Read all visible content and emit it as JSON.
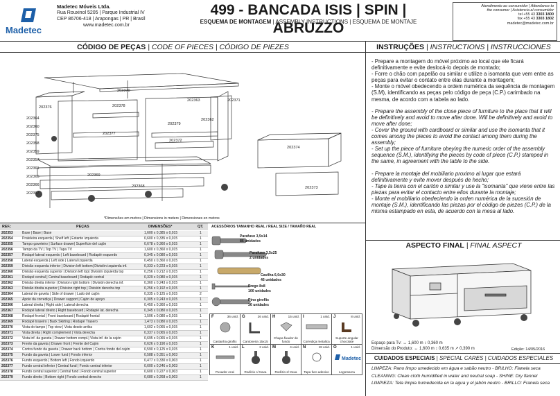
{
  "company": {
    "name": "Madetec Móveis Ltda.",
    "address1": "Rua Rouxinol 5205 | Parque Industrial IV",
    "address2": "CEP 86706-418 | Arapongas | PR | Brasil",
    "site": "www.madetec.com.br",
    "logo_text": "Madetec"
  },
  "title": "499 - BANCADA ISIS | SPIN | ABRUZZO",
  "subtitle": {
    "main": "ESQUEMA DE MONTAGEM",
    "rest": " | ASSEMBLY INSTRUCTIONS | ESQUEMA DE MONTAJE"
  },
  "service": {
    "l1": "Atendimento ao consumidor | Attendance to",
    "l2": "the consumer | Asistencia al consumidor",
    "l3": "tel +55 43",
    "p1": "3303 1800",
    "l4": "fax +55 43",
    "p2": "3303 1802",
    "email": "madetec@madetec.com.br"
  },
  "codes": {
    "heading": "CÓDIGO DE PEÇAS",
    "heading_rest": " | CODE OF PIECES | CÓDIGO DE PIEZES"
  },
  "measure_note": "*Dimensões em metros | Dimensions in meters | Dimensiones en metros",
  "diagram_labels": [
    "202370",
    "202376",
    "202378",
    "202371",
    "202363",
    "202364",
    "202362",
    "202360",
    "202377",
    "202379",
    "202372",
    "202375",
    "202358",
    "202359",
    "202357",
    "202361",
    "202365",
    "202366",
    "202367",
    "202369",
    "202368",
    "202374",
    "202373"
  ],
  "table": {
    "headers": {
      "ref": "REF.:",
      "pecas": "PEÇAS",
      "dim": "DIMENSÕES*",
      "qt": "QT.",
      "acc": "ACESSÓRIOS TAMANHO REAL / REAL SIZE / TAMAÑO REAL"
    },
    "rows": [
      [
        "202353",
        "Base | Base | Base",
        "1,600 x 0,385 x 0,015",
        "1"
      ],
      [
        "202354",
        "Prateleira esquerda | Shelf left | Estante izquierda",
        "0,600 x 0,335 x 0,015",
        "1"
      ],
      [
        "202355",
        "Tampo gaveteiro | Surface drawer| Superficie del cajón",
        "0,678 x 0,360 x 0,015",
        "1"
      ],
      [
        "202356",
        "Tampo da TV | Top TV | Tapa TV",
        "1,600 x 0,360 x 0,015",
        "1"
      ],
      [
        "202357",
        "Rodapé lateral esquerdo | Left baseboard | Rodapié esquerdo",
        "0,345 x 0,080 x 0,015",
        "1"
      ],
      [
        "202358",
        "Lateral esquerda | Left side | Lateral izquierda",
        "0,450 x 0,360 x 0,015",
        "1"
      ],
      [
        "202359",
        "Divisão esquerda inferior | Division left bottom| División izquierda inf.",
        "0,333 x 0,223 x 0,015",
        "1"
      ],
      [
        "202360",
        "Divisão esquerda superior | Division left top| División izquierda top",
        "0,256 x 0,212 x 0,015",
        "1"
      ],
      [
        "202361",
        "Rodapé central | Central baseboard | Rodapié central",
        "0,329 x 0,080 x 0,015",
        "1"
      ],
      [
        "202362",
        "Divisão direita inferior | Division right bottom | División derecha inf.",
        "0,360 x 0,243 x 0,015",
        "1"
      ],
      [
        "202363",
        "Divisão direita superior | Division right top | División derecha top",
        "0,256 x 0,192 x 0,015",
        "1"
      ],
      [
        "202364",
        "Lateral de gaveta | Side of drawer | Lado del cajón",
        "0,335 x 0,125 x 0,015",
        "2"
      ],
      [
        "202365",
        "Apoio da corrediça | Drawer support | Cajón de apoyo",
        "0,305 x 0,243 x 0,015",
        "1"
      ],
      [
        "202366",
        "Lateral direita | Right side | Lateral derecha",
        "0,450 x 0,360 x 0,015",
        "1"
      ],
      [
        "202367",
        "Rodapé lateral direito | Right baseboard | Rodapié lat. derecha",
        "0,345 x 0,080 x 0,015",
        "1"
      ],
      [
        "202368",
        "Rodapé frontal | Front baseboard | Rodapié frontal",
        "1,506 x 0,080 x 0,015",
        "1"
      ],
      [
        "202369",
        "Rodapé traseiro | Back Skirting | Rodapé Trasero",
        "1,473 x 0,080 x 0,015",
        "1"
      ],
      [
        "202370",
        "Vista do tampo | Top view | Vista desde arriba",
        "1,602 x 0,065 x 0,015",
        "1"
      ],
      [
        "202371",
        "Vista direita | Right complement | Vista derecha",
        "0,337 x 0,065 x 0,015",
        "1"
      ],
      [
        "202372",
        "Vista inf. da gaveta | Drawer bottom compl.| Vista inf. de la cajón",
        "0,695 x 0,065 x 0,015",
        "1"
      ],
      [
        "202373",
        "Frente da gaveta | Drawer front | Frente del Cajón",
        "0,626 x 0,190 x 0,015",
        "1"
      ],
      [
        "202374",
        "Contra fundo da gaveta | Drawer back bottom | Contra fondo del cajón",
        "0,590 x 0,125 x 0,015",
        "1"
      ],
      [
        "202375",
        "Fundo da gaveta | Lower fund | Fondo inferior",
        "0,588 x 0,351 x 0,003",
        "1"
      ],
      [
        "202376",
        "Fundo esquerdo | Bottom left | Fondo izquierdo",
        "0,477 x 0,330 x 0,003",
        "1"
      ],
      [
        "202377",
        "Fundo central inferior | Central fund | Fondo central inferior",
        "0,600 x 0,246 x 0,003",
        "1"
      ],
      [
        "202378",
        "Fundo central superior | Central fund | Fondo central superior",
        "0,600 x 0,227 x 0,003",
        "1"
      ],
      [
        "202379",
        "Fundo direito | Bottom right | Fondo central derecho",
        "0,680 x 0,268 x 0,003",
        "1"
      ]
    ]
  },
  "accessories": [
    {
      "name": "Parafuso 3,5x14",
      "qty": "86 unidades"
    },
    {
      "name": "Parafuso 3,5x25",
      "qty": "2 unidades"
    },
    {
      "name": "Cavilha 6,0x30",
      "qty": "46 unidades"
    },
    {
      "name": "Prego 8x8",
      "qty": "100 unidades"
    },
    {
      "name": "Pino giroflix",
      "qty": "36 unidades"
    }
  ],
  "hardware": [
    {
      "key": "F",
      "qty": "36 unid.",
      "label": "Castanha giroflix"
    },
    {
      "key": "G",
      "qty": "26 unid.",
      "label": "Cantoneira 15x15"
    },
    {
      "key": "H",
      "qty": "15 unid.",
      "label": "Chapa fixador de fundo"
    },
    {
      "key": "I",
      "qty": "1 unid.",
      "label": "Corrediça metalica"
    },
    {
      "key": "J",
      "qty": "8 unid.",
      "label": "Suporte angular chocolate"
    },
    {
      "key": "K",
      "qty": "1 unid.",
      "label": "Puxador Anei"
    },
    {
      "key": "L",
      "qty": "2 unid.",
      "label": "Rodízio c/ trava"
    },
    {
      "key": "M",
      "qty": "4 unid.",
      "label": "Rodízio s/ trava"
    },
    {
      "key": "N",
      "qty": "18 unid.",
      "label": "Tapa furo adesivo"
    },
    {
      "key": "O",
      "qty": "1 unid.",
      "label": "Logomarca"
    }
  ],
  "instructions": {
    "heading": "INSTRUÇÕES",
    "heading_rest": " | INSTRUCTIONS | INSTRUCCIONES",
    "pt": [
      "- Prepare a montagem do móvel próximo ao local que ele ficará definitivamente e evite deslocá-lo depois de montado;",
      "- Forre o chão com papelão ou similar e utilize a isomanta que vem entre as peças para evitar o contato entre elas durante a montagem;",
      "- Monte o móvel obedecendo a ordem numérica da sequência de montagem (S.M), identificando as peças pelo código de peça (C.P.) carimbado na mesma, de acordo com a tabela ao lado."
    ],
    "en": [
      "- Prepare the assembly of the close piece of furniture to the place that it will be definitively and avoid to move after done. Will be definitively and avoid to move after done;",
      "- Cover the ground with cardboard or similar and use the isomanta that it comes among the pieces to avoid the contact among them during the assembly;",
      "- Set up the piece of furniture obeying the numeric order of the assembly sequence (S.M.), identifying the pieces by code of piece (C.P.) stamped in the same, in agreement with the table to the side."
    ],
    "es": [
      "- Prepare la montaje del mobiliario proximo al lugar que  estará definitivamente y evite mover después de hecho;",
      "- Tape  la tierra con el cartón o similar y use la \"isomanta\" que viene entre las piezas para evitar el contacto entre ellos durante la montaje;",
      "- Monte el mobiliario obedeciendo la orden numérica de la sucesión de montaje (S.M.), identificando las piezas por el código de piezes (C.P.) de la misma estampado en esta, de acuerdo con la mesa al lado."
    ]
  },
  "aspect": {
    "heading": "ASPECTO FINAL",
    "heading_rest": " | FINAL ASPECT",
    "space_label": "Espaço para Tv:",
    "space_vals": "↔ 1,600 m  ↕ 0,360 m",
    "dim_label": "Dimensão do Produto:",
    "dim_vals": "↔ 1,600 m  ↕ 0,635 m  ↗ 0,390 m",
    "edition": "Edição: 14/05/2016"
  },
  "care": {
    "heading": "CUIDADOS ESPECIAIS",
    "heading_rest": " | SPECIAL CARES | CUIDADOS ESPECIALES",
    "l1": "LIMPEZA: Pano limpo umedecido em água e sabão neutro - BRILHO: Flanela seca",
    "l2": "CLEANING: Clean cloth humidified in water and neutral soap - SHINE: Dry flannel",
    "l3": "LIMPIEZA: Tela limpia humedecida en la agua y el jabón neutro - BRILLO: Franela seca"
  }
}
